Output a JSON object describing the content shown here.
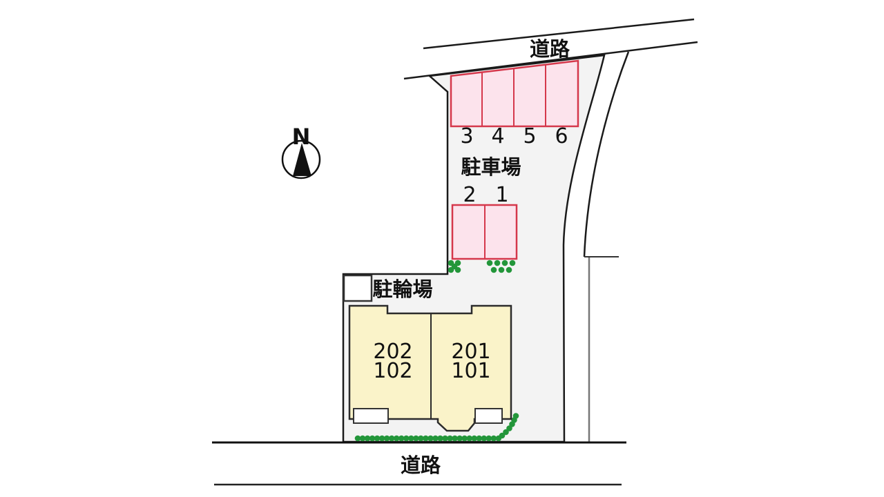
{
  "plan": {
    "compass_label": "N",
    "road_top_label": "道路",
    "road_bottom_label": "道路",
    "parking_area_label": "駐車場",
    "bicycle_area_label": "駐輪場",
    "upper_stalls": [
      "3",
      "4",
      "5",
      "6"
    ],
    "lower_stalls": [
      "2",
      "1"
    ],
    "building_units": [
      {
        "line1": "202",
        "line2": "102"
      },
      {
        "line1": "201",
        "line2": "101"
      }
    ],
    "colors": {
      "background": "#ffffff",
      "parcel_fill": "#f3f3f3",
      "stall_fill": "#fce3ec",
      "stall_border": "#d5374b",
      "building_fill": "#faf3c9",
      "outline": "#1a1a1a",
      "greenery": "#23963a"
    }
  }
}
